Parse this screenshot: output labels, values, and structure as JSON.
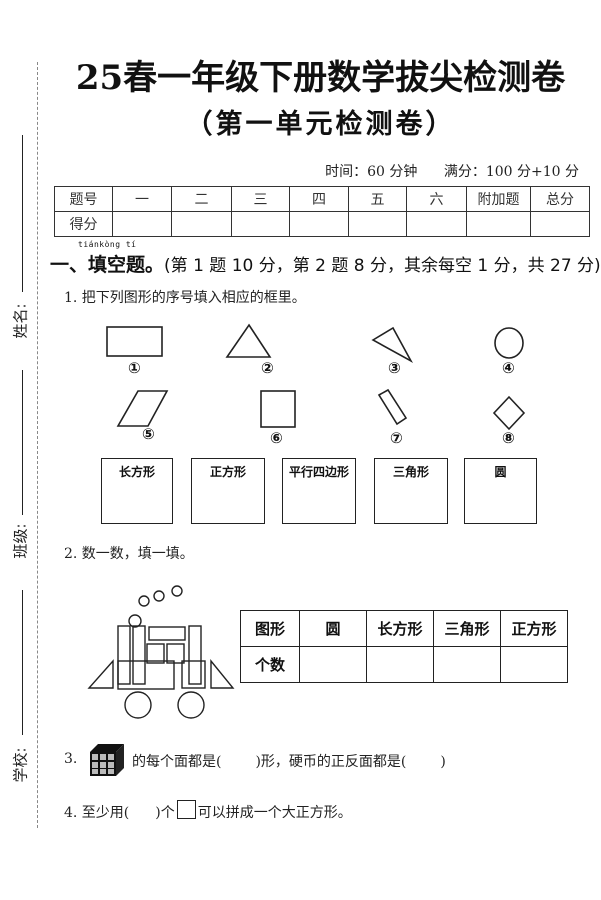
{
  "binding_margin": {
    "fields": [
      {
        "label": "姓名:"
      },
      {
        "label": "班级:"
      },
      {
        "label": "学校:"
      }
    ]
  },
  "header": {
    "title": "25春一年级下册数学拔尖检测卷",
    "subtitle": "（第一单元检测卷）",
    "time": "时间：60 分钟",
    "full_score": "满分：100 分+10 分"
  },
  "score_table": {
    "header_row": [
      "题号",
      "一",
      "二",
      "三",
      "四",
      "五",
      "六",
      "附加题",
      "总分"
    ],
    "score_row_label": "得分",
    "score_values": [
      "",
      "",
      "",
      "",
      "",
      "",
      "",
      ""
    ]
  },
  "section1": {
    "pinyin": "tiánkòng tí",
    "number": "一、",
    "title": "填空题。",
    "scoring": "(第 1 题 10 分，第 2 题 8 分，其余每空 1 分，共 27 分)"
  },
  "q1": {
    "prompt": "1. 把下列图形的序号填入相应的框里。",
    "shapes": [
      {
        "num": "①",
        "type": "rectangle"
      },
      {
        "num": "②",
        "type": "triangle"
      },
      {
        "num": "③",
        "type": "triangle-tilted"
      },
      {
        "num": "④",
        "type": "circle"
      },
      {
        "num": "⑤",
        "type": "parallelogram"
      },
      {
        "num": "⑥",
        "type": "square"
      },
      {
        "num": "⑦",
        "type": "rectangle-tilted"
      },
      {
        "num": "⑧",
        "type": "square-rotated"
      }
    ],
    "categories": [
      "长方形",
      "正方形",
      "平行四边形",
      "三角形",
      "圆"
    ]
  },
  "q2": {
    "prompt": "2. 数一数，填一填。",
    "table": {
      "header": [
        "图形",
        "圆",
        "长方形",
        "三角形",
        "正方形"
      ],
      "row_label": "个数",
      "values": [
        "",
        "",
        "",
        ""
      ]
    }
  },
  "q3": {
    "number": "3.",
    "text_a": "的每个面都是(",
    "text_b": ")形，硬币的正反面都是(",
    "text_c": ")"
  },
  "q4": {
    "text_a": "4. 至少用(",
    "text_b": ")个",
    "text_c": "可以拼成一个大正方形。"
  }
}
